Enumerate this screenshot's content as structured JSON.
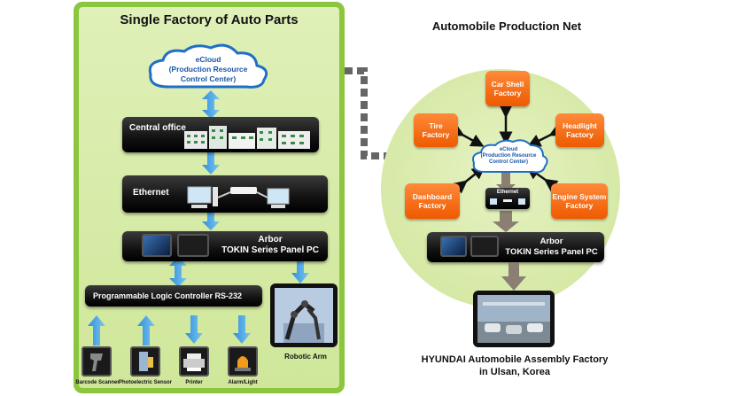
{
  "left_panel": {
    "title": "Single Factory of Auto Parts",
    "ecloud": {
      "line1": "eCloud",
      "line2": "(Production Resource",
      "line3": "Control Center)"
    },
    "central_office": "Central office",
    "ethernet": "Ethernet",
    "panel_pc": {
      "line1": "Arbor",
      "line2": "TOKIN Series Panel PC"
    },
    "plc": "Programmable Logic Controller RS-232",
    "robotic_arm": "Robotic Arm",
    "devices": [
      "Barcode Scanner",
      "Photoelectric Sensor",
      "Printer",
      "Alarm/Light"
    ]
  },
  "right_panel": {
    "title": "Automobile Production Net",
    "ecloud": {
      "line1": "eCloud",
      "line2": "(Production Resource",
      "line3": "Control Center)"
    },
    "factories": {
      "car_shell": {
        "line1": "Car Shell",
        "line2": "Factory"
      },
      "tire": {
        "line1": "Tire",
        "line2": "Factory"
      },
      "headlight": {
        "line1": "Headlight",
        "line2": "Factory"
      },
      "dashboard": {
        "line1": "Dashboard",
        "line2": "Factory"
      },
      "engine_system": {
        "line1": "Engine System",
        "line2": "Factory"
      }
    },
    "ethernet": "Ethernet",
    "panel_pc": {
      "line1": "Arbor",
      "line2": "TOKIN Series Panel PC"
    },
    "caption": {
      "line1": "HYUNDAI Automobile Assembly Factory",
      "line2": "in Ulsan, Korea"
    }
  },
  "colors": {
    "panel_border": "#8cc63f",
    "arrow_blue": "#4aa8e8",
    "factory_orange": "#f06a10",
    "bar_dark": "#111111"
  }
}
